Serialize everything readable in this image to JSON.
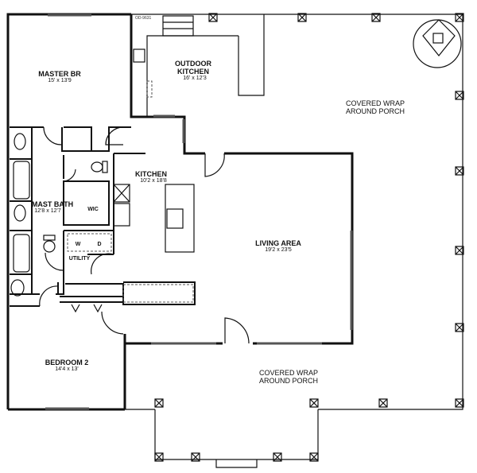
{
  "plan_code": "OD-9631",
  "rooms": [
    {
      "name": "MASTER BR",
      "size": "15' x 13'9"
    },
    {
      "name": "OUTDOOR KITCHEN",
      "size": "16' x 12'3"
    },
    {
      "name": "KITCHEN",
      "size": "10'2 x 18'8"
    },
    {
      "name": "MAST BATH",
      "size": "12'8 x 12'7"
    },
    {
      "name": "WIC",
      "size": ""
    },
    {
      "name": "UTILITY",
      "size": ""
    },
    {
      "name": "LIVING AREA",
      "size": "19'2 x 23'5"
    },
    {
      "name": "BEDROOM 2",
      "size": "14'4 x 13'"
    }
  ],
  "porch_labels": [
    {
      "line1": "COVERED WRAP",
      "line2": "AROUND PORCH"
    },
    {
      "line1": "COVERED WRAP",
      "line2": "AROUND PORCH"
    }
  ],
  "appliances": {
    "washer": "W",
    "dryer": "D"
  }
}
